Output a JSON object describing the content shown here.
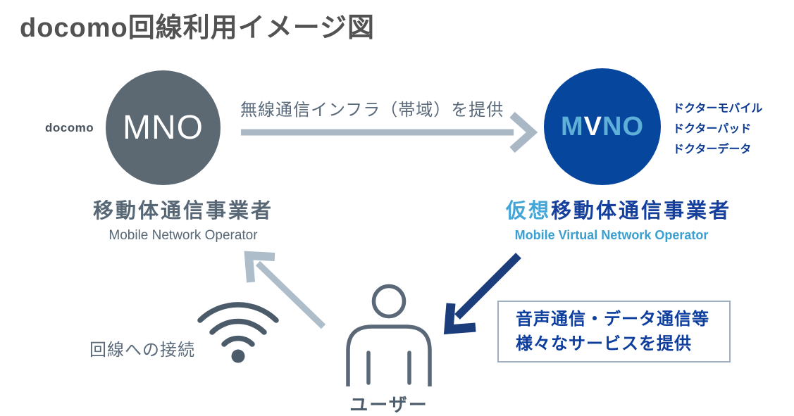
{
  "title": "docomo回線利用イメージ図",
  "mno": {
    "provider_label": "docomo",
    "circle_label": "MNO",
    "name_jp": "移動体通信事業者",
    "name_en": "Mobile Network Operator"
  },
  "mvno": {
    "label_m": "M",
    "label_v": "V",
    "label_no": "NO",
    "services": [
      "ドクターモバイル",
      "ドクターパッド",
      "ドクターデータ"
    ],
    "name_jp_highlight": "仮想",
    "name_jp_rest": "移動体通信事業者",
    "name_en": "Mobile Virtual Network Operator"
  },
  "infra_arrow_label": "無線通信インフラ（帯域）を提供",
  "connection_label": "回線への接続",
  "user_label": "ユーザー",
  "service_box": {
    "line1": "音声通信・データ通信等",
    "line2": "様々なサービスを提供"
  },
  "icons": {
    "wifi": "wifi-icon",
    "user": "person-icon",
    "infra_arrow": "right-arrow",
    "connection_arrow": "up-left-arrow",
    "service_arrow": "down-left-arrow"
  },
  "colors": {
    "title_text": "#525252",
    "mno_circle": "#5c6972",
    "mvno_circle": "#06479d",
    "slate_text": "#576776",
    "light_blue": "#44a6d6",
    "navy_text": "#143f9c",
    "arrow_gray": "#aab8c6",
    "arrow_navy": "#1c3d7c",
    "icon_slate": "#4c5b6a",
    "box_border": "#9fafc2"
  }
}
